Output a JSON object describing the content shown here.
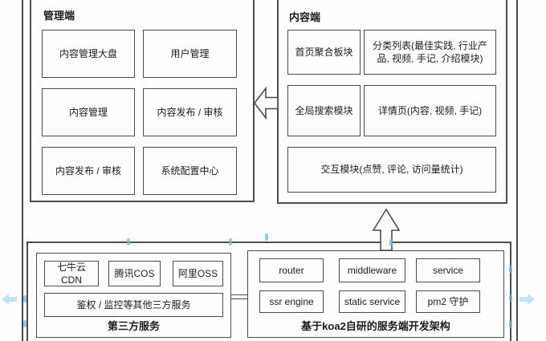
{
  "colors": {
    "line": "#4c4c4c",
    "text": "#1c1c1c",
    "background": "#fdfdfd",
    "connection_point": "#6fb9e2",
    "quick_arrow": "#bfe4f5"
  },
  "panels": {
    "admin": {
      "title": "管理端",
      "modules": [
        "内容管理大盘",
        "用户管理",
        "内容管理",
        "内容发布 / 审核",
        "内容发布 / 审核",
        "系统配置中心"
      ]
    },
    "content": {
      "title": "内容端",
      "modules": {
        "home": "首页聚合板块",
        "category": "分类列表(最佳实践, 行业产品, 视频, 手记, 介绍模块)",
        "search": "全局搜索模块",
        "detail": "详情页(内容, 视频, 手记)",
        "interaction": "交互模块(点赞, 评论, 访问量统计)"
      }
    },
    "third_party": {
      "title": "第三方服务",
      "modules": [
        "七牛云 CDN",
        "腾讯COS",
        "阿里OSS",
        "鉴权 / 监控等其他三方服务"
      ]
    },
    "server": {
      "title": "基于koa2自研的服务端开发架构",
      "modules": [
        "router",
        "middleware",
        "service",
        "ssr engine",
        "static service",
        "pm2 守护"
      ]
    }
  }
}
